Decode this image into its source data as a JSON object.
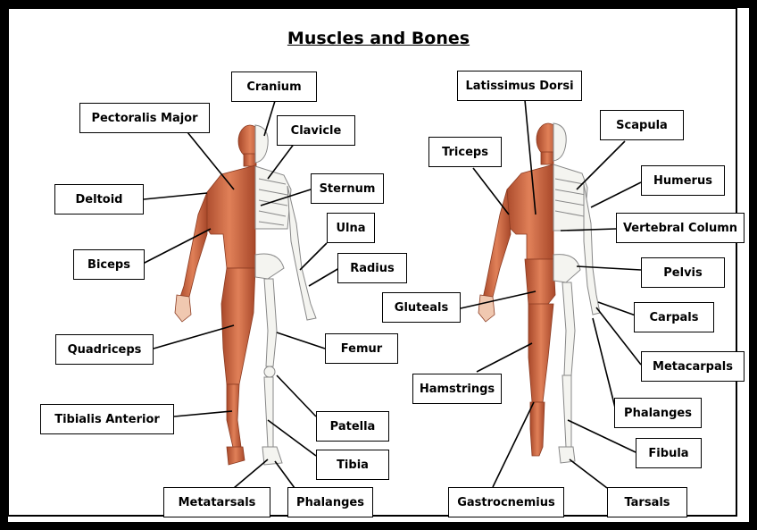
{
  "title": "Muscles and Bones",
  "labels": {
    "cranium": "Cranium",
    "pectoralis_major": "Pectoralis Major",
    "clavicle": "Clavicle",
    "deltoid": "Deltoid",
    "sternum": "Sternum",
    "ulna": "Ulna",
    "biceps": "Biceps",
    "radius": "Radius",
    "quadriceps": "Quadriceps",
    "femur": "Femur",
    "tibialis_anterior": "Tibialis Anterior",
    "patella": "Patella",
    "tibia": "Tibia",
    "metatarsals": "Metatarsals",
    "phalanges_foot": "Phalanges",
    "latissimus_dorsi": "Latissimus Dorsi",
    "scapula": "Scapula",
    "triceps": "Triceps",
    "humerus": "Humerus",
    "vertebral_column": "Vertebral Column",
    "pelvis": "Pelvis",
    "gluteals": "Gluteals",
    "carpals": "Carpals",
    "metacarpals": "Metacarpals",
    "hamstrings": "Hamstrings",
    "phalanges_hand": "Phalanges",
    "fibula": "Fibula",
    "gastrocnemius": "Gastrocnemius",
    "tarsals": "Tarsals"
  },
  "colors": {
    "muscle": "#d9704a",
    "muscle_dark": "#b4502e",
    "bone": "#f4f4f0",
    "bone_outline": "#9a9a9a"
  }
}
